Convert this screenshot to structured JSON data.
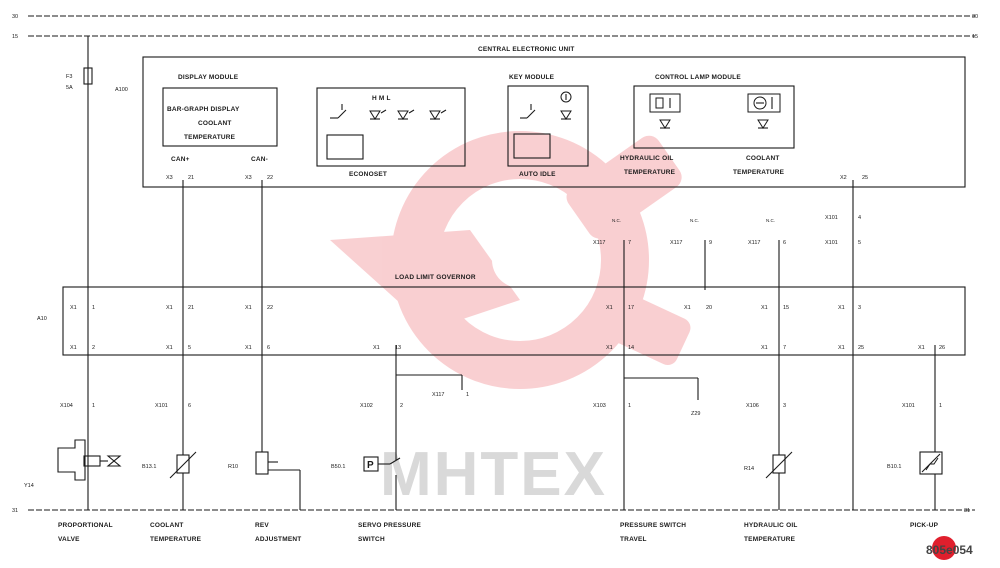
{
  "rails": {
    "r30": {
      "num": "30",
      "end": "30"
    },
    "r15": {
      "num": "15",
      "end": "15"
    },
    "r31": {
      "num": "31",
      "end": "31"
    }
  },
  "fuse": {
    "id": "F3",
    "rating": "5A"
  },
  "central_unit": {
    "id": "A100",
    "title": "CENTRAL ELECTRONIC UNIT"
  },
  "display_module": {
    "title": "DISPLAY MODULE",
    "line1": "BAR-GRAPH DISPLAY",
    "line2": "COOLANT",
    "line3": "TEMPERATURE"
  },
  "econoset": {
    "hml": "H  M  L",
    "label": "ECONOSET"
  },
  "key_module": {
    "title": "KEY MODULE",
    "label": "AUTO IDLE"
  },
  "control_lamp_module": {
    "title": "CONTROL LAMP MODULE"
  },
  "can_labels": [
    "CAN+",
    "CAN-"
  ],
  "terminals_top": [
    {
      "conn": "X3",
      "pin": "21"
    },
    {
      "conn": "X3",
      "pin": "22"
    },
    {
      "conn": "X2",
      "pin": "25"
    }
  ],
  "hyd_oil_temp": "HYDRAULIC OIL\nTEMPERATURE",
  "coolant_temp": "COOLANT\nTEMPERATURE",
  "nc": "N.C.",
  "x117": [
    {
      "conn": "X117",
      "pin": "7"
    },
    {
      "conn": "X117",
      "pin": "9"
    },
    {
      "conn": "X117",
      "pin": "6"
    }
  ],
  "x101_upper": [
    {
      "conn": "X101",
      "pin": "4"
    },
    {
      "conn": "X101",
      "pin": "5"
    }
  ],
  "governor": {
    "id": "A10",
    "title": "LOAD LIMIT GOVERNOR"
  },
  "gov_top_pins": [
    {
      "conn": "X1",
      "pin": "1"
    },
    {
      "conn": "X1",
      "pin": "21"
    },
    {
      "conn": "X1",
      "pin": "22"
    },
    {
      "conn": "X1",
      "pin": "17"
    },
    {
      "conn": "X1",
      "pin": "20"
    },
    {
      "conn": "X1",
      "pin": "15"
    },
    {
      "conn": "X1",
      "pin": "3"
    }
  ],
  "gov_bottom_pins": [
    {
      "conn": "X1",
      "pin": "2"
    },
    {
      "conn": "X1",
      "pin": "5"
    },
    {
      "conn": "X1",
      "pin": "6"
    },
    {
      "conn": "X1",
      "pin": "13"
    },
    {
      "conn": "X1",
      "pin": "14"
    },
    {
      "conn": "X1",
      "pin": "7"
    },
    {
      "conn": "X1",
      "pin": "25"
    },
    {
      "conn": "X1",
      "pin": "26"
    }
  ],
  "lower_conns": [
    {
      "conn": "X104",
      "pin": "1"
    },
    {
      "conn": "X101",
      "pin": "6"
    },
    {
      "conn": "X102",
      "pin": "2"
    },
    {
      "conn": "X103",
      "pin": "1"
    },
    {
      "conn": "X106",
      "pin": "3"
    },
    {
      "conn": "X101",
      "pin": "1"
    }
  ],
  "x117_servo": {
    "conn": "X117",
    "pin": "1"
  },
  "z29": "Z29",
  "components": {
    "y14": "Y14",
    "b13": "B13.1",
    "r10": "R10",
    "b50": "B50.1",
    "r14": "R14",
    "b10": "B10.1"
  },
  "bottom_labels": [
    {
      "l1": "PROPORTIONAL",
      "l2": "VALVE"
    },
    {
      "l1": "COOLANT",
      "l2": "TEMPERATURE"
    },
    {
      "l1": "REV",
      "l2": "ADJUSTMENT"
    },
    {
      "l1": "SERVO PRESSURE",
      "l2": "SWITCH"
    },
    {
      "l1": "PRESSURE SWITCH",
      "l2": "TRAVEL"
    },
    {
      "l1": "HYDRAULIC OIL",
      "l2": "TEMPERATURE"
    },
    {
      "l1": "PICK-UP",
      "l2": ""
    }
  ],
  "watermark": "MHTEX",
  "page_ref": "805e054",
  "colors": {
    "line": "#1a1a1a",
    "watermark": "#e8434b",
    "stamp": "#e01f2d"
  }
}
